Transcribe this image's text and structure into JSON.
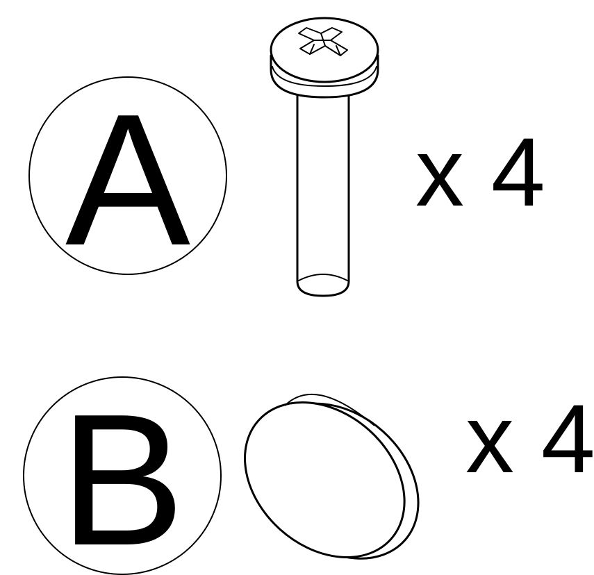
{
  "parts": [
    {
      "label": "A",
      "quantity": "x 4",
      "icon": "pan-head-phillips-screw"
    },
    {
      "label": "B",
      "quantity": "x 4",
      "icon": "round-cover-cap"
    }
  ],
  "colors": {
    "ink": "#000000",
    "paper": "#ffffff"
  }
}
